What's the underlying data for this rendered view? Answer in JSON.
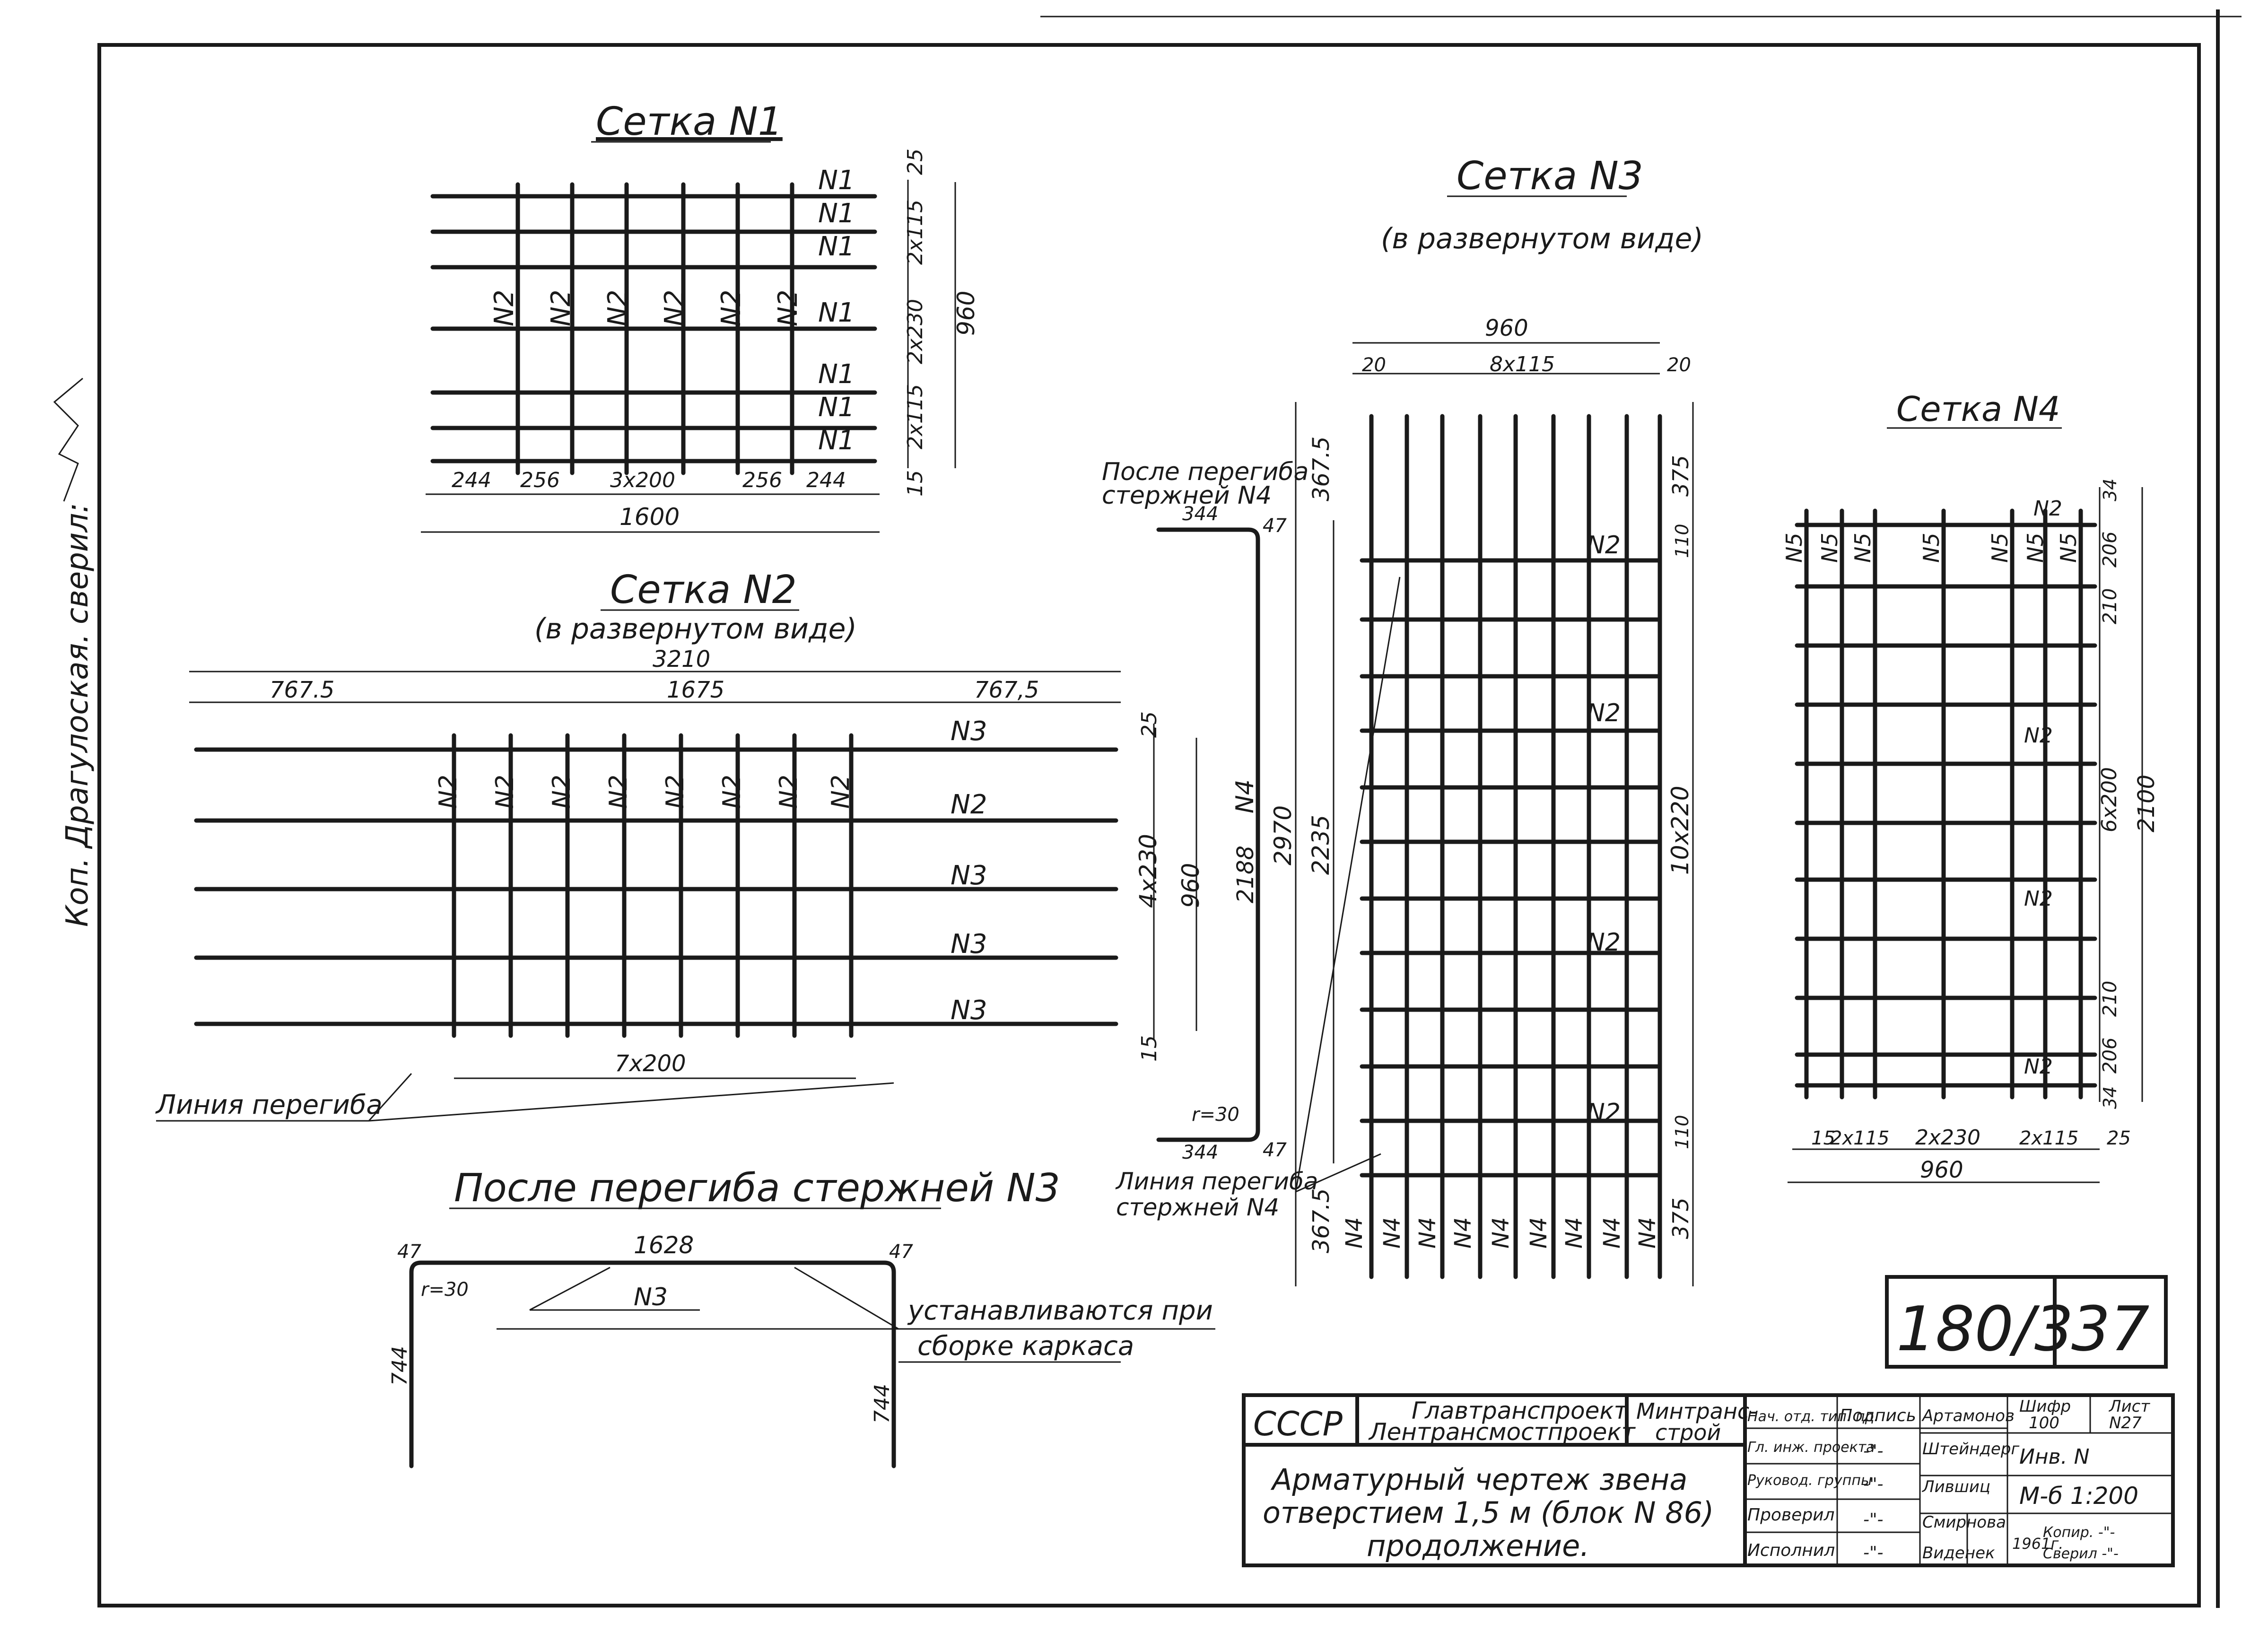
{
  "side_note": {
    "drawer": "Коп. Драгулоская.",
    "checked": "сверил:"
  },
  "mesh1": {
    "title": "Сетка N1",
    "bars_h": [
      "N1",
      "N1",
      "N1",
      "N1",
      "N1",
      "N1",
      "N1"
    ],
    "bars_v": [
      "N2",
      "N2",
      "N2",
      "N2",
      "N2",
      "N2"
    ],
    "dims_right": [
      "25",
      "2x115",
      "2x230",
      "2x115",
      "15"
    ],
    "dim_total_v": "960",
    "dims_bottom": [
      "244",
      "256",
      "3x200",
      "256",
      "244"
    ],
    "dim_total_h": "1600"
  },
  "mesh2": {
    "title": "Сетка N2",
    "subtitle": "(в развернутом виде)",
    "dim_total": "3210",
    "dims_top": [
      "767.5",
      "1675",
      "767,5"
    ],
    "bars_v": [
      "N2",
      "N2",
      "N2",
      "N2",
      "N2",
      "N2",
      "N2",
      "N2"
    ],
    "bars_h": [
      "N3",
      "N2",
      "N3",
      "N3",
      "N3"
    ],
    "dims_right": [
      "25",
      "4x230",
      "960",
      "15"
    ],
    "dim_bottom": "7x200",
    "bend_line": "Линия перегиба"
  },
  "after_bend3": {
    "title": "После перегиба стержней N3",
    "dim_top": "1628",
    "leg_top_l": "47",
    "leg_top_r": "47",
    "radius": "r=30",
    "bar": "N3",
    "leg_l": "744",
    "leg_r": "744",
    "note_line1": "устанавливаются при",
    "note_line2": "сборке каркаса"
  },
  "mesh3": {
    "title": "Сетка N3",
    "subtitle": "(в развернутом виде)",
    "dim_total": "960",
    "dims_top": [
      "20",
      "8x115",
      "20"
    ],
    "after_bend_label": "После перегиба",
    "after_bend_label2": "стержней N4",
    "profile_top": "344",
    "profile_bottom": "344",
    "profile_leg_top": "47",
    "profile_leg_bottom": "47",
    "profile_radius": "r=30",
    "profile_bar": "N4",
    "profile_length": "2188",
    "dims_left": [
      "367.5",
      "2970",
      "2235",
      "367.5"
    ],
    "dims_right": [
      "375",
      "110",
      "10x220",
      "110",
      "375"
    ],
    "bars_h": [
      "N2",
      "N2",
      "N2",
      "N2"
    ],
    "bars_v": [
      "N4",
      "N4",
      "N4",
      "N4",
      "N4",
      "N4",
      "N4",
      "N4",
      "N4"
    ],
    "bend_line": "Линия перегиба",
    "bend_line2": "стержней N4"
  },
  "mesh4": {
    "title": "Сетка N4",
    "bars_v": [
      "N5",
      "N5",
      "N5",
      "N5",
      "N5",
      "N5",
      "N5"
    ],
    "bars_h": [
      "N2",
      "N2",
      "N2",
      "N2"
    ],
    "dims_right": [
      "34",
      "206",
      "210",
      "6x200",
      "210",
      "206",
      "34"
    ],
    "dim_total_v": "2100",
    "dims_bottom": [
      "15",
      "2x115",
      "2x230",
      "2x115",
      "25"
    ],
    "dim_total_h": "960"
  },
  "sheet_number": {
    "code": "180/3",
    "sheet": "37"
  },
  "title_block": {
    "country": "СССР",
    "org1": "Главтранспроект",
    "org2": "Лентрансмостпроект",
    "ministry1": "Минтранс-",
    "ministry2": "строй",
    "description1": "Арматурный чертеж звена",
    "description2": "отверстием 1,5 м (блок N 86)",
    "description3": "продолжение.",
    "roles": [
      "Нач. отд. тип. пр.",
      "Гл. инж. проекта",
      "Руковод. группы",
      "Проверил",
      "Исполнил"
    ],
    "signature_header": "Подпись",
    "signatures": [
      "-\"-",
      "-\"-",
      "-\"-",
      "-\"-"
    ],
    "names": [
      "Артамонов",
      "Штейндерг",
      "Лившиц",
      "Смирнова",
      "Виденек"
    ],
    "code_label": "Шифр",
    "code_value": "100",
    "sheet_label": "Лист",
    "sheet_value": "N27",
    "inv": "Инв. N",
    "scale": "М-б 1:200",
    "year": "1961г.",
    "copied": "Копир. -\"-",
    "verified": "Сверил -\"-"
  }
}
